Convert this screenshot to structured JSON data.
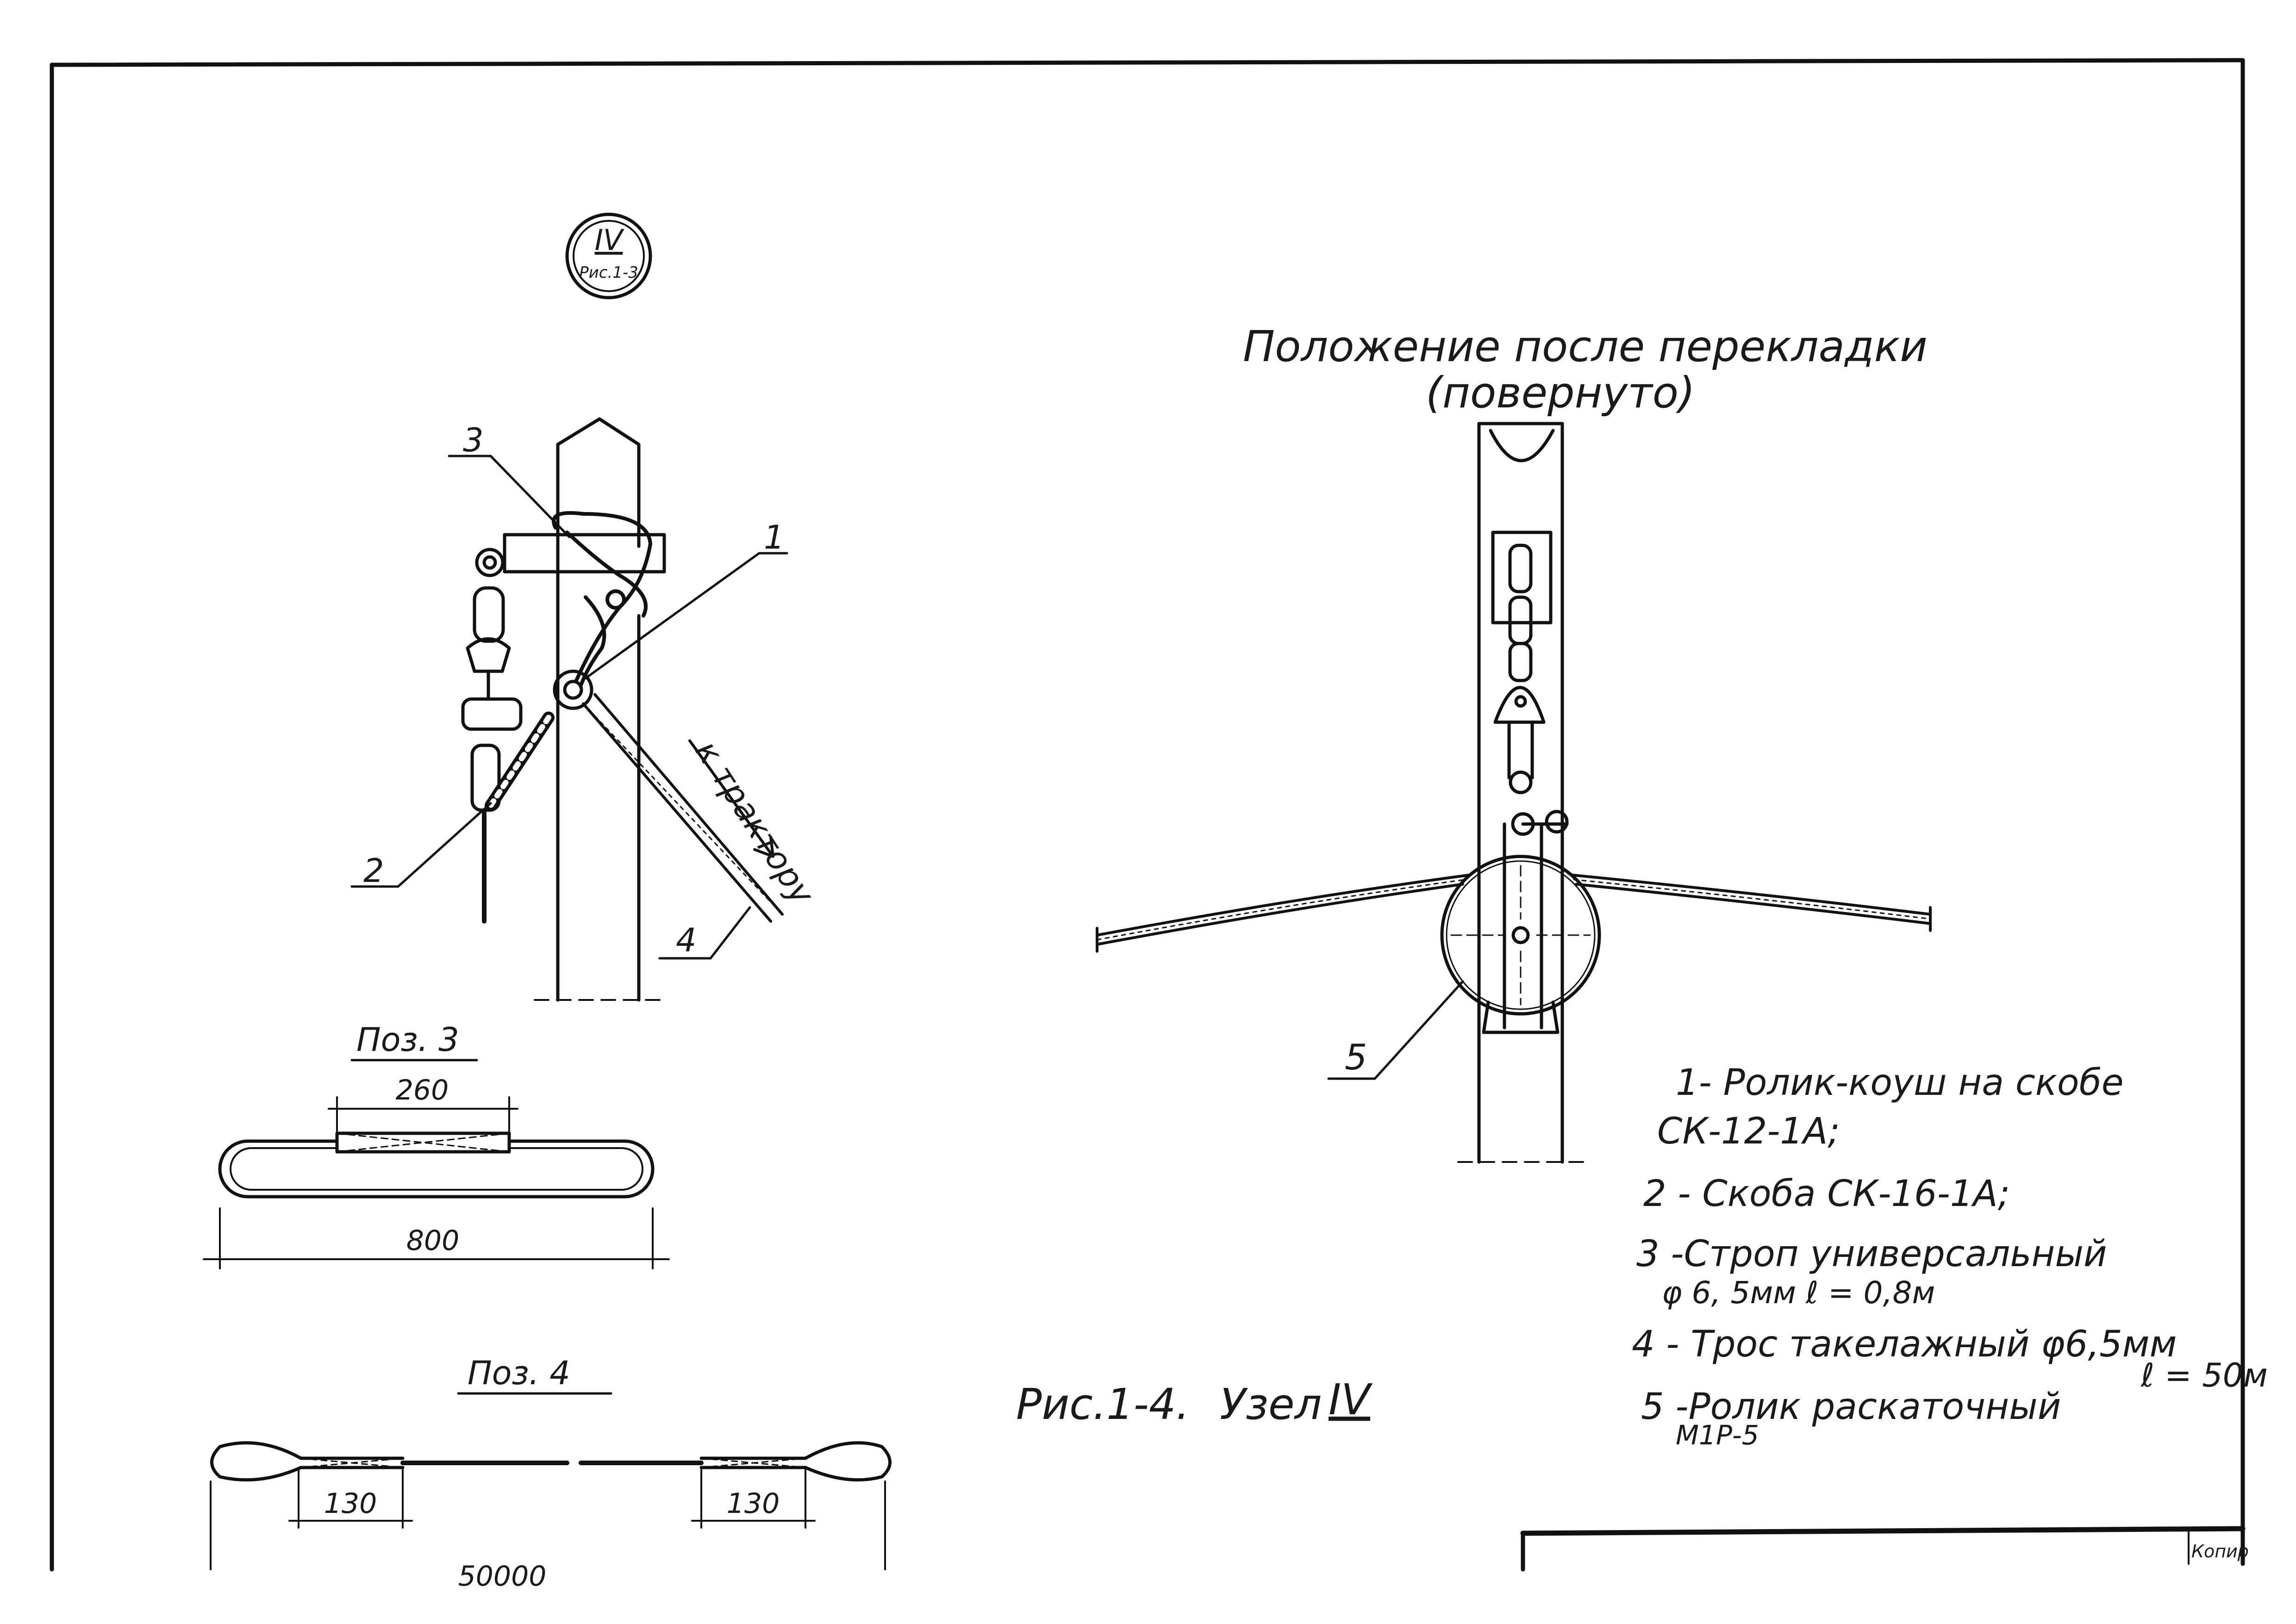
{
  "callout": {
    "node": "IV",
    "figure_ref": "Рис.1-3"
  },
  "left_view": {
    "positions": [
      "1",
      "2",
      "3",
      "4"
    ],
    "direction_label": "к трактору"
  },
  "right_view": {
    "title": "Положение после перекладки",
    "subtitle": "(повернуто)",
    "position": "5"
  },
  "pos3": {
    "title": "Поз. 3",
    "dim_splice": "260",
    "dim_total": "800"
  },
  "pos4": {
    "title": "Поз. 4",
    "dim_left": "130",
    "dim_right": "130",
    "dim_total_partial": "50000"
  },
  "figure_caption": {
    "prefix": "Рис.1-4.",
    "text": "Узел",
    "node": "IV"
  },
  "legend": [
    {
      "line1": "1- Ролик-коуш на скобе",
      "line2": "СК-12-1А;"
    },
    {
      "line1": "2 - Скоба СК-16-1А;"
    },
    {
      "line1": "3 -Строп универсальный",
      "line2": "φ 6, 5мм  ℓ = 0,8м"
    },
    {
      "line1": "4 - Трос такелажный φ6,5мм",
      "line2": "ℓ = 50м"
    },
    {
      "line1": "5 -Ролик раскаточный",
      "line2": "М1Р-5"
    }
  ],
  "stamp_text": "Копир"
}
